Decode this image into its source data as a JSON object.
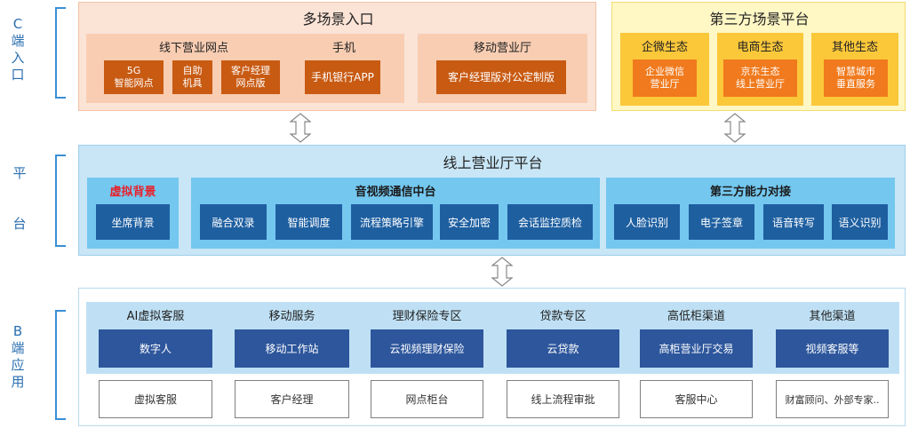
{
  "side_labels": {
    "c_end": [
      "C",
      "端",
      "入",
      "口"
    ],
    "platform": [
      "平",
      "台"
    ],
    "b_end": [
      "B",
      "端",
      "应",
      "用"
    ]
  },
  "c_entry": {
    "title": "多场景入口",
    "offline": {
      "title": "线下营业网点",
      "items": [
        "5G\n智能网点",
        "自助\n机具",
        "客户经理\n网点版"
      ]
    },
    "mobile": {
      "title": "手机",
      "items": [
        "手机银行APP"
      ]
    },
    "mobile_hall": {
      "title": "移动营业厅",
      "items": [
        "客户经理版对公定制版"
      ]
    }
  },
  "third_party_scene": {
    "title": "第三方场景平台",
    "groups": [
      {
        "title": "企微生态",
        "item": "企业微信\n营业厅"
      },
      {
        "title": "电商生态",
        "item": "京东生态\n线上营业厅"
      },
      {
        "title": "其他生态",
        "item": "智慧城市\n垂直服务"
      }
    ]
  },
  "platform": {
    "title": "线上营业厅平台",
    "virtual": {
      "title": "虚拟背景",
      "items": [
        "坐席背景"
      ]
    },
    "av": {
      "title": "音视频通信中台",
      "items": [
        "融合双录",
        "智能调度",
        "流程策略引擎",
        "安全加密",
        "会话监控质检"
      ]
    },
    "third": {
      "title": "第三方能力对接",
      "items": [
        "人脸识别",
        "电子签章",
        "语音转写",
        "语义识别"
      ]
    }
  },
  "b_end": {
    "columns": [
      {
        "title": "AI虚拟客服",
        "item": "数字人",
        "bottom": "虚拟客服"
      },
      {
        "title": "移动服务",
        "item": "移动工作站",
        "bottom": "客户经理"
      },
      {
        "title": "理财保险专区",
        "item": "云视频理财保险",
        "bottom": "网点柜台"
      },
      {
        "title": "贷款专区",
        "item": "云贷款",
        "bottom": "线上流程审批"
      },
      {
        "title": "高低柜渠道",
        "item": "高柜营业厅交易",
        "bottom": "客服中心"
      },
      {
        "title": "其他渠道",
        "item": "视频客服等",
        "bottom": "财富顾问、外部专家.."
      }
    ]
  },
  "colors": {
    "virtual_title": "#e8202a",
    "bracket": "#3a8fd6",
    "arrow_fill": "#ffffff",
    "arrow_stroke": "#888888"
  },
  "icons": [
    "updown-arrow-icon"
  ]
}
